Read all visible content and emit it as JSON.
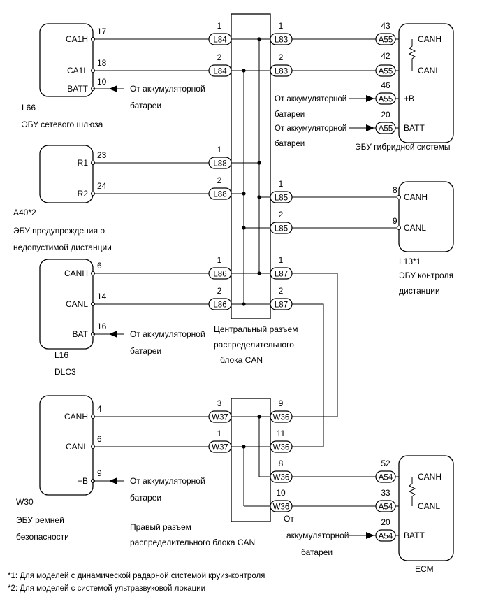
{
  "ecu_gateway": {
    "id": "L66",
    "name": "ЭБУ сетевого шлюза",
    "pins": [
      {
        "label": "CA1H",
        "num": "17"
      },
      {
        "label": "CA1L",
        "num": "18"
      },
      {
        "label": "BATT",
        "num": "10"
      }
    ]
  },
  "ecu_distance_warning": {
    "id": "A40*2",
    "name_line1": "ЭБУ предупреждения о",
    "name_line2": "недопустимой дистанции",
    "pins": [
      {
        "label": "R1",
        "num": "23"
      },
      {
        "label": "R2",
        "num": "24"
      }
    ]
  },
  "dlc3": {
    "id": "L16",
    "name": "DLC3",
    "pins": [
      {
        "label": "CANH",
        "num": "6"
      },
      {
        "label": "CANL",
        "num": "14"
      },
      {
        "label": "BAT",
        "num": "16"
      }
    ]
  },
  "ecu_seatbelt": {
    "id": "W30",
    "name_line1": "ЭБУ ремней",
    "name_line2": "безопасности",
    "pins": [
      {
        "label": "CANH",
        "num": "4"
      },
      {
        "label": "CANL",
        "num": "6"
      },
      {
        "label": "+B",
        "num": "9"
      }
    ]
  },
  "ecu_hybrid": {
    "name": "ЭБУ гибридной системы",
    "pins": [
      {
        "label": "CANH",
        "num": "43",
        "conn": "A55"
      },
      {
        "label": "CANL",
        "num": "42",
        "conn": "A55"
      },
      {
        "label": "+B",
        "num": "46",
        "conn": "A55"
      },
      {
        "label": "BATT",
        "num": "20",
        "conn": "A55"
      }
    ]
  },
  "ecu_distance_control": {
    "id": "L13*1",
    "name_line1": "ЭБУ контроля",
    "name_line2": "дистанции",
    "pins": [
      {
        "label": "CANH",
        "num": "8"
      },
      {
        "label": "CANL",
        "num": "9"
      }
    ]
  },
  "ecm": {
    "name": "ECM",
    "pins": [
      {
        "label": "CANH",
        "num": "52",
        "conn": "A54"
      },
      {
        "label": "CANL",
        "num": "33",
        "conn": "A54"
      },
      {
        "label": "BATT",
        "num": "20",
        "conn": "A54"
      }
    ]
  },
  "central_block": {
    "line1": "Центральный разъем",
    "line2": "распределительного",
    "line3": "блока CAN",
    "left": [
      {
        "conn": "L84",
        "num": "1"
      },
      {
        "conn": "L84",
        "num": "2"
      },
      {
        "conn": "L88",
        "num": "1"
      },
      {
        "conn": "L88",
        "num": "2"
      },
      {
        "conn": "L86",
        "num": "1"
      },
      {
        "conn": "L86",
        "num": "2"
      }
    ],
    "right": [
      {
        "conn": "L83",
        "num": "1"
      },
      {
        "conn": "L83",
        "num": "2"
      },
      {
        "conn": "L85",
        "num": "1"
      },
      {
        "conn": "L85",
        "num": "2"
      },
      {
        "conn": "L87",
        "num": "1"
      },
      {
        "conn": "L87",
        "num": "2"
      }
    ]
  },
  "right_block": {
    "line1": "Правый разъем",
    "line2": "распределительного блока CAN",
    "left": [
      {
        "conn": "W37",
        "num": "3"
      },
      {
        "conn": "W37",
        "num": "1"
      }
    ],
    "right": [
      {
        "conn": "W36",
        "num": "9"
      },
      {
        "conn": "W36",
        "num": "11"
      },
      {
        "conn": "W36",
        "num": "8"
      },
      {
        "conn": "W36",
        "num": "10"
      }
    ]
  },
  "battery": {
    "from": "От аккумуляторной",
    "battery": "батареи",
    "from_split1": "От",
    "from_split2": "аккумуляторной"
  },
  "notes": {
    "n1": "*1: Для моделей с динамической радарной системой круиз-контроля",
    "n2": "*2: Для моделей с системой ультразвуковой локации"
  }
}
